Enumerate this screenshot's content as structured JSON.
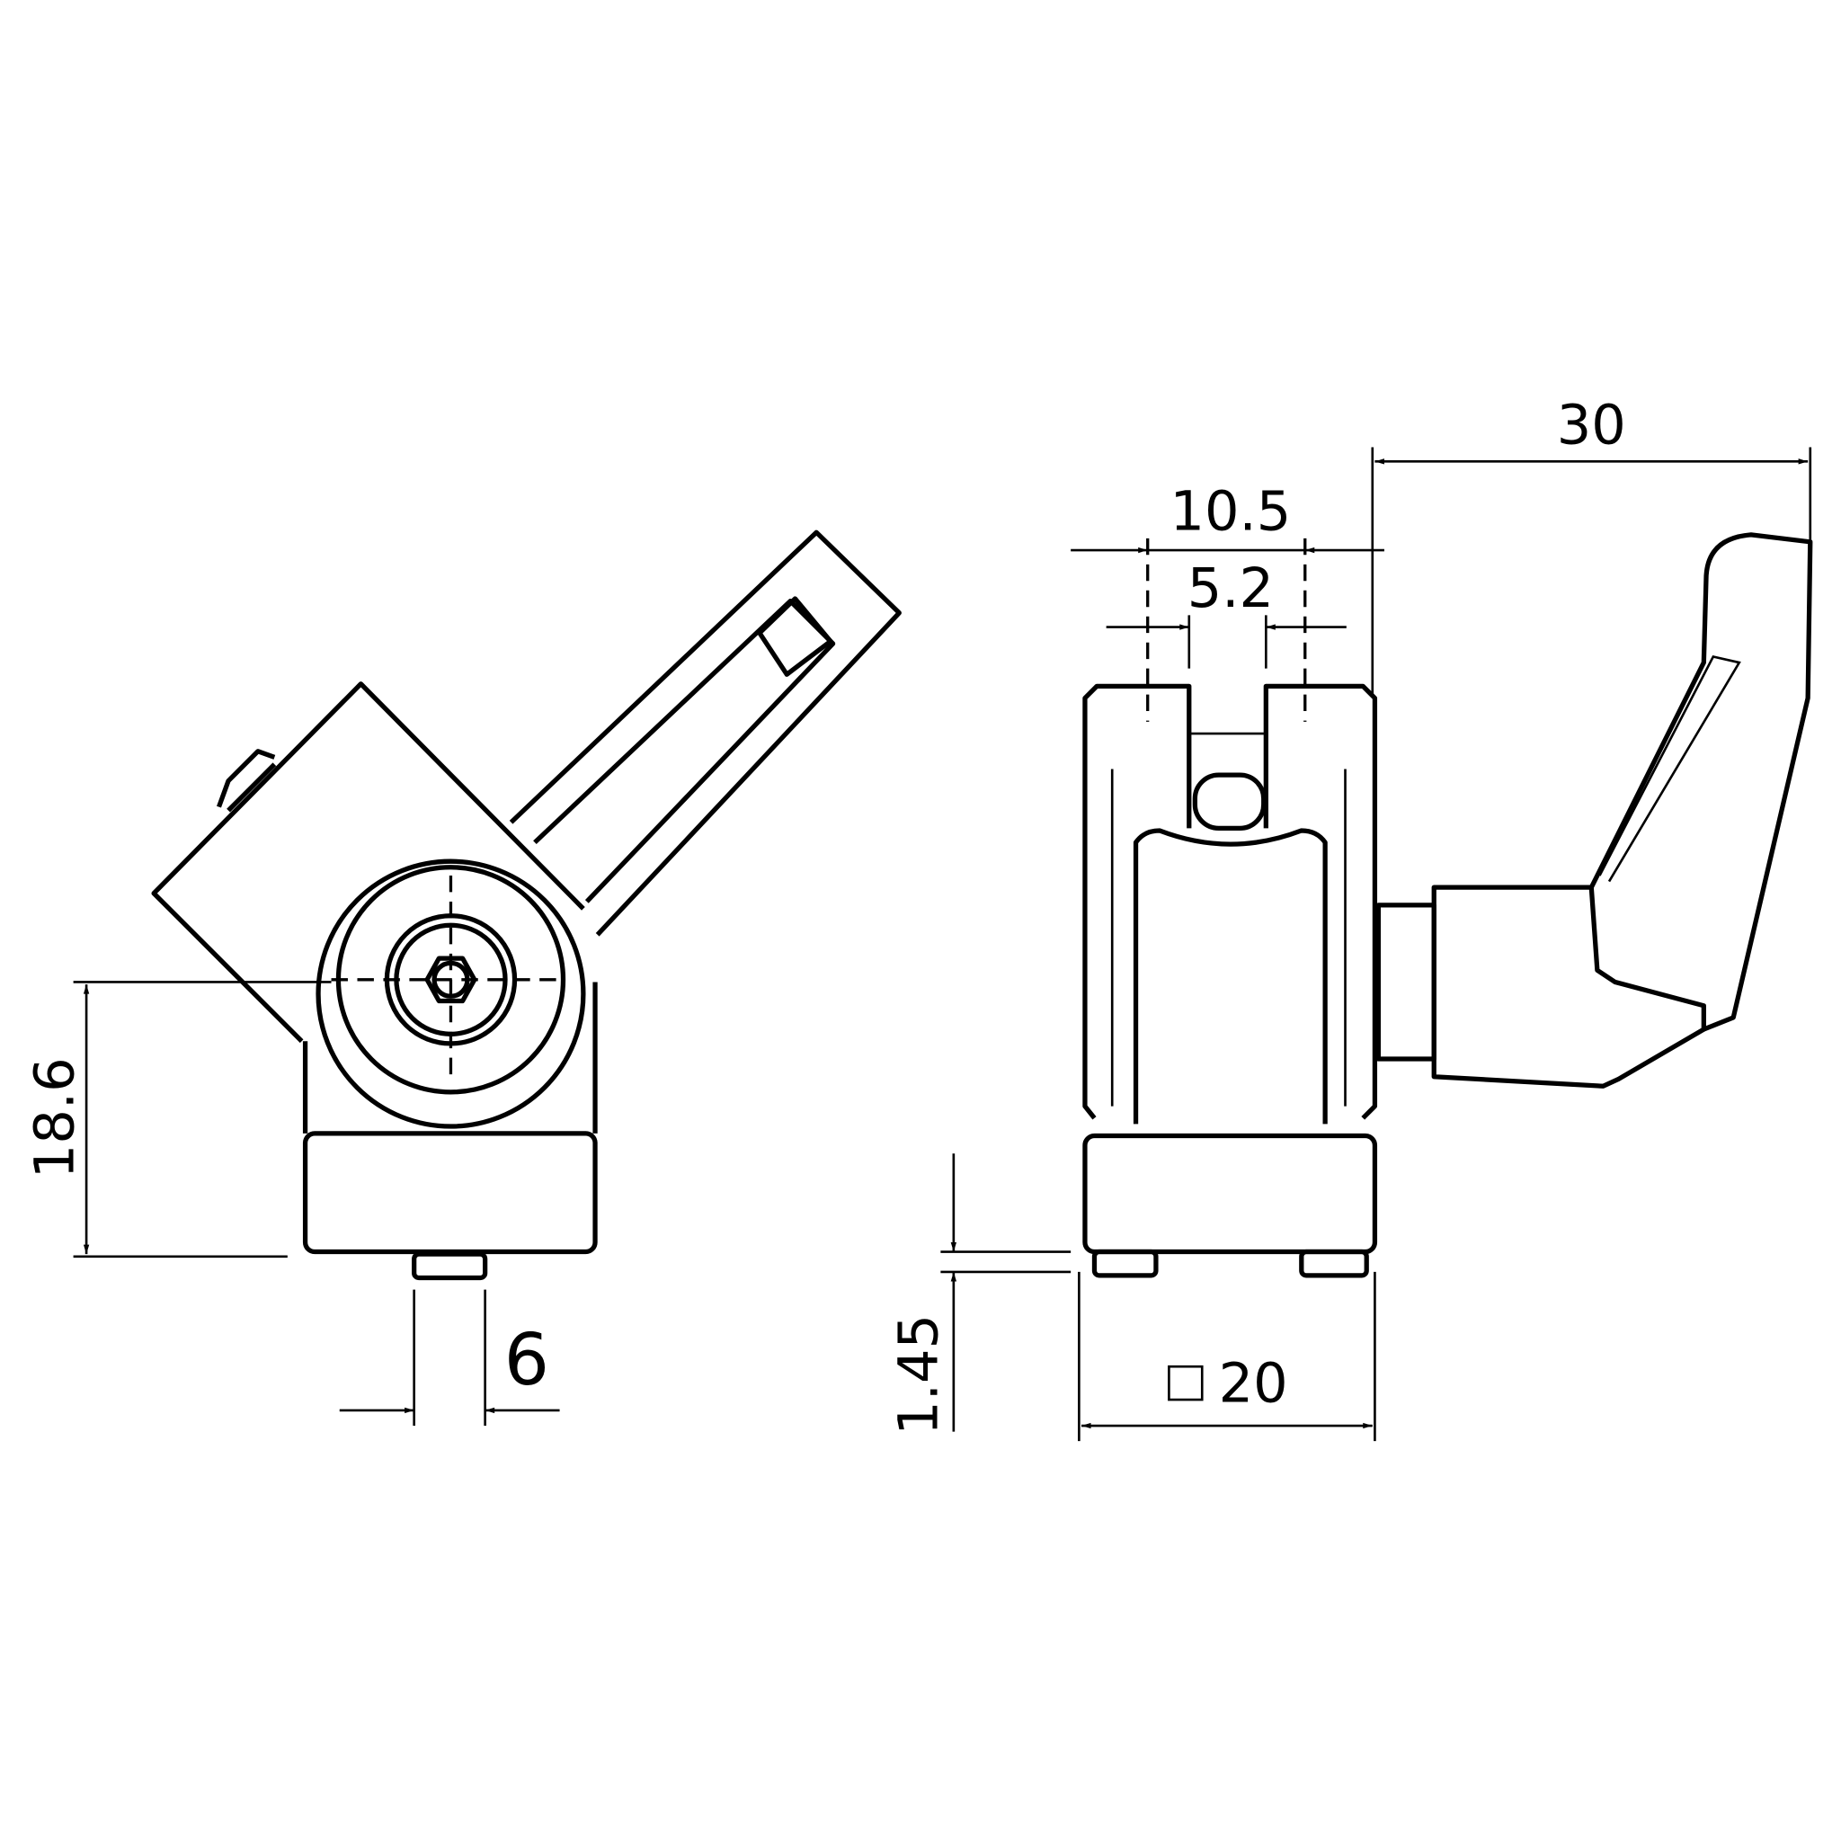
{
  "title": "Angle clamp connector technical drawing",
  "dimensions": {
    "height_left": "18.6",
    "stud_width": "6",
    "overall_handle": "30",
    "outer_width": "10.5",
    "inner_width": "5.2",
    "foot_height": "1.45",
    "profile_square": "20",
    "square_symbol": "□"
  },
  "colors": {
    "line": "#000000",
    "background": "#ffffff"
  }
}
